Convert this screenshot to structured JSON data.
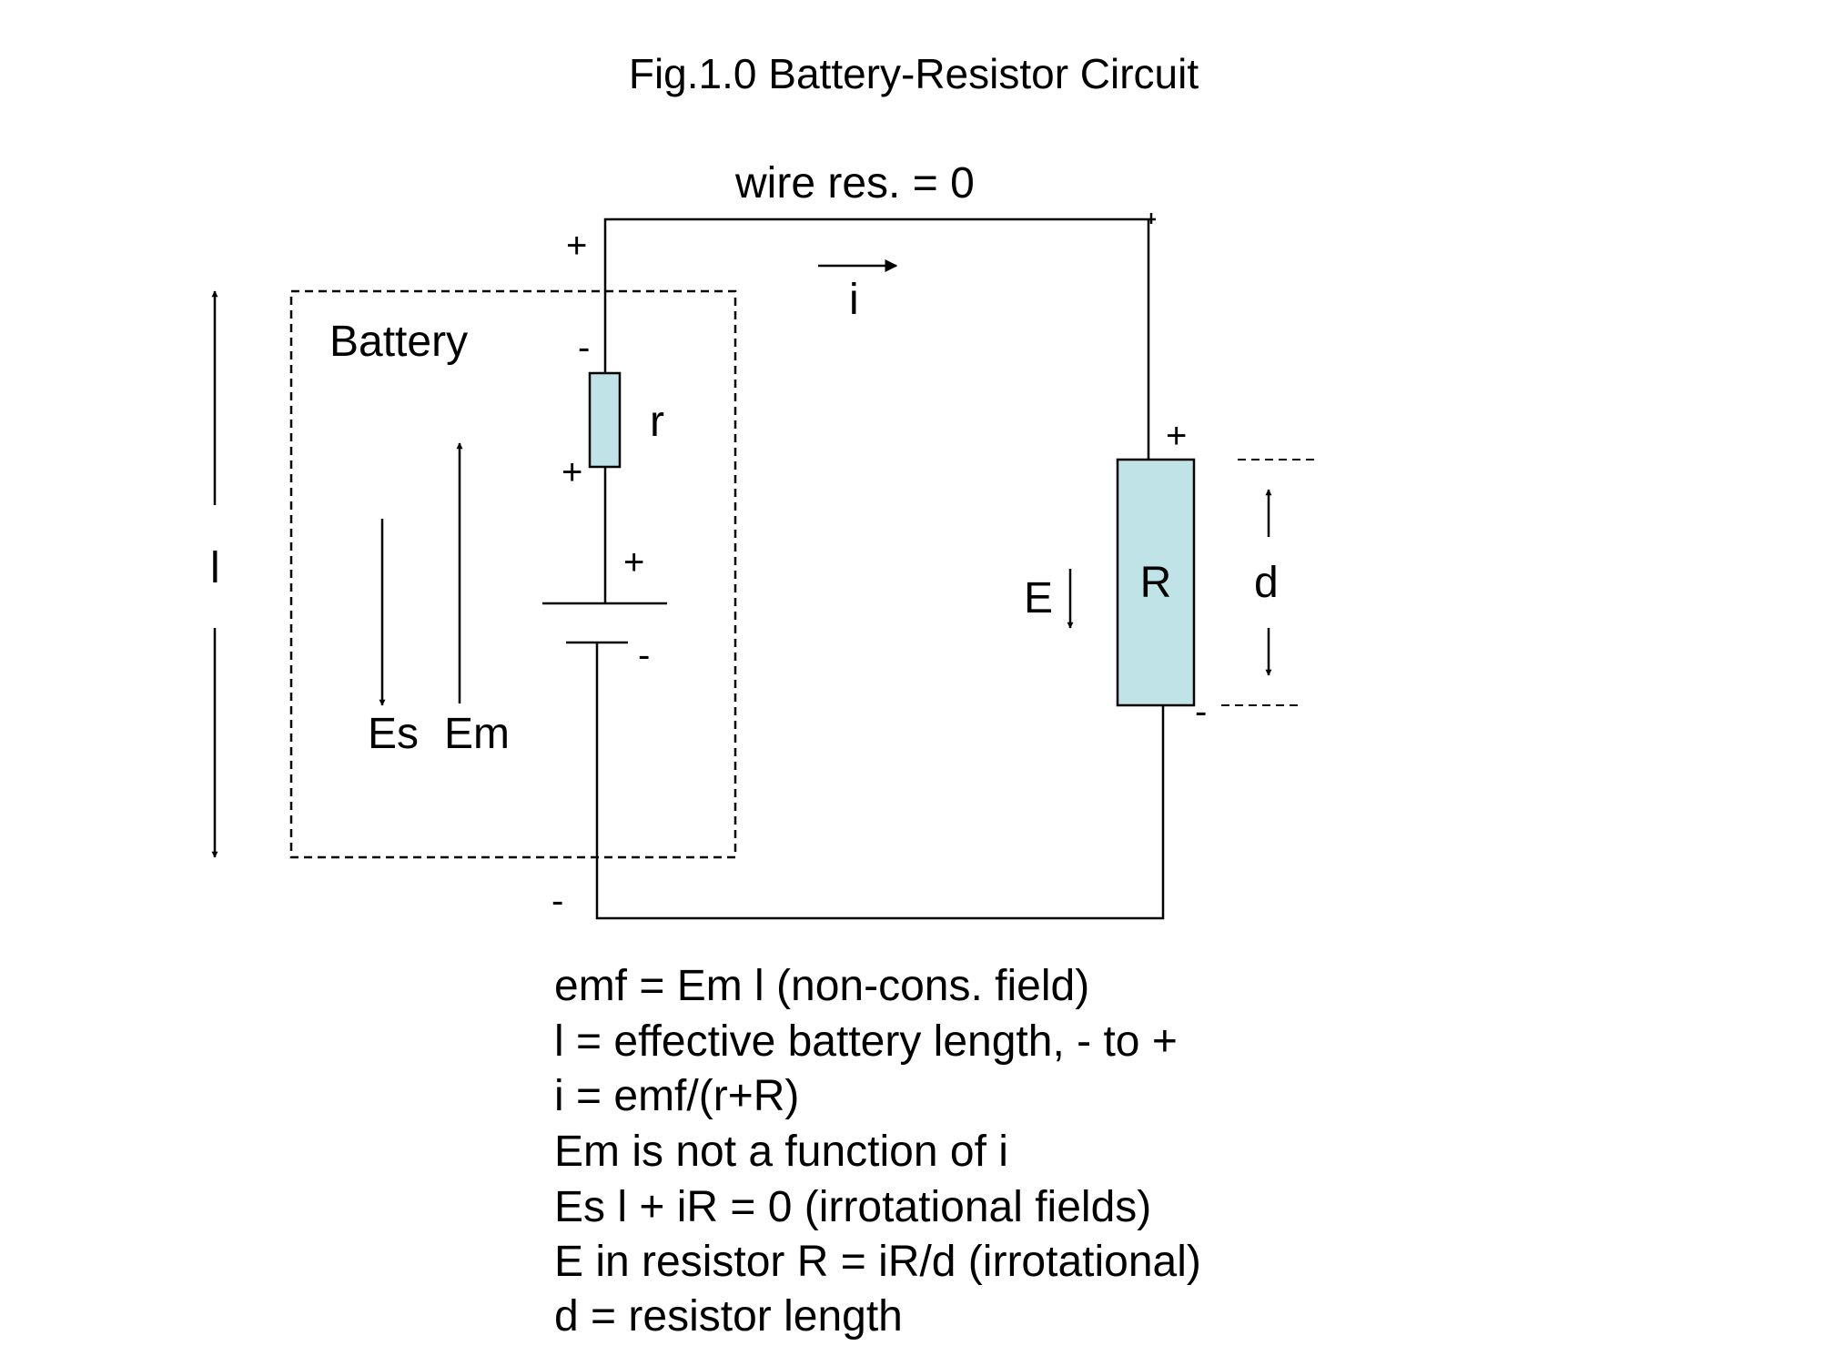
{
  "title": "Fig.1.0  Battery-Resistor Circuit",
  "labels": {
    "wire_resistance": "wire res. = 0",
    "current": "i",
    "battery": "Battery",
    "internal_resistance": "r",
    "battery_length": "l",
    "es": "Es",
    "em": "Em",
    "field_e": "E",
    "resistor": "R",
    "resistor_length": "d"
  },
  "signs": {
    "plus": "+",
    "minus": "-"
  },
  "notes": [
    "emf = Em l (non-cons. field)",
    "l = effective battery length, - to +",
    "i = emf/(r+R)",
    "Em is not a function of i",
    "Es l + iR = 0 (irrotational fields)",
    "E in resistor R = iR/d (irrotational)",
    "d = resistor length"
  ],
  "colors": {
    "resistor_fill": "#bfe3e6",
    "line": "#000000"
  }
}
